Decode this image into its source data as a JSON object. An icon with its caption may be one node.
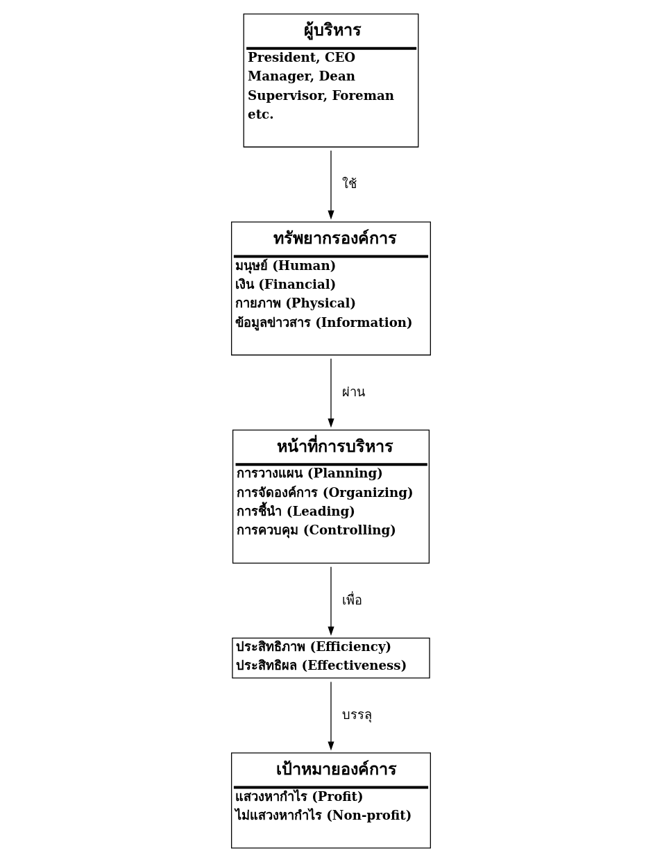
{
  "diagram": {
    "nodes": [
      {
        "text": [
          "ผู้บริหาร",
          "President, CEO",
          "Manager, Dean",
          "Supervisor, Foreman",
          "etc."
        ]
      },
      {
        "text": [
          "ทรัพยากรองค์การ",
          "มนุษย์ (Human)",
          "เงิน (Financial)",
          "กายภาพ (Physical)",
          "ข้อมูลข่าวสาร (Information)"
        ]
      },
      {
        "text": [
          "หน้าที่การบริหาร",
          "การวางแผน (Planning)",
          "การจัดองค์การ (Organizing)",
          "การชี้นำ (Leading)",
          "การควบคุม (Controlling)"
        ]
      },
      {
        "text": [
          "ประสิทธิภาพ (Efficiency)",
          "ประสิทธิผล (Effectiveness)"
        ]
      },
      {
        "text": [
          "เป้าหมายองค์การ",
          "แสวงหากำไร (Profit)",
          "ไม่แสวงหากำไร (Non-profit)"
        ]
      }
    ],
    "edges": [
      {
        "from": 0,
        "to": 1,
        "arrow": "to",
        "label": "ใช้"
      },
      {
        "from": 1,
        "to": 2,
        "arrow": "to",
        "label": "ผ่าน"
      },
      {
        "from": 2,
        "to": 3,
        "arrow": "to",
        "label": "เพื่อ"
      },
      {
        "from": 3,
        "to": 4,
        "arrow": "to",
        "label": "บรรลุ"
      }
    ]
  }
}
